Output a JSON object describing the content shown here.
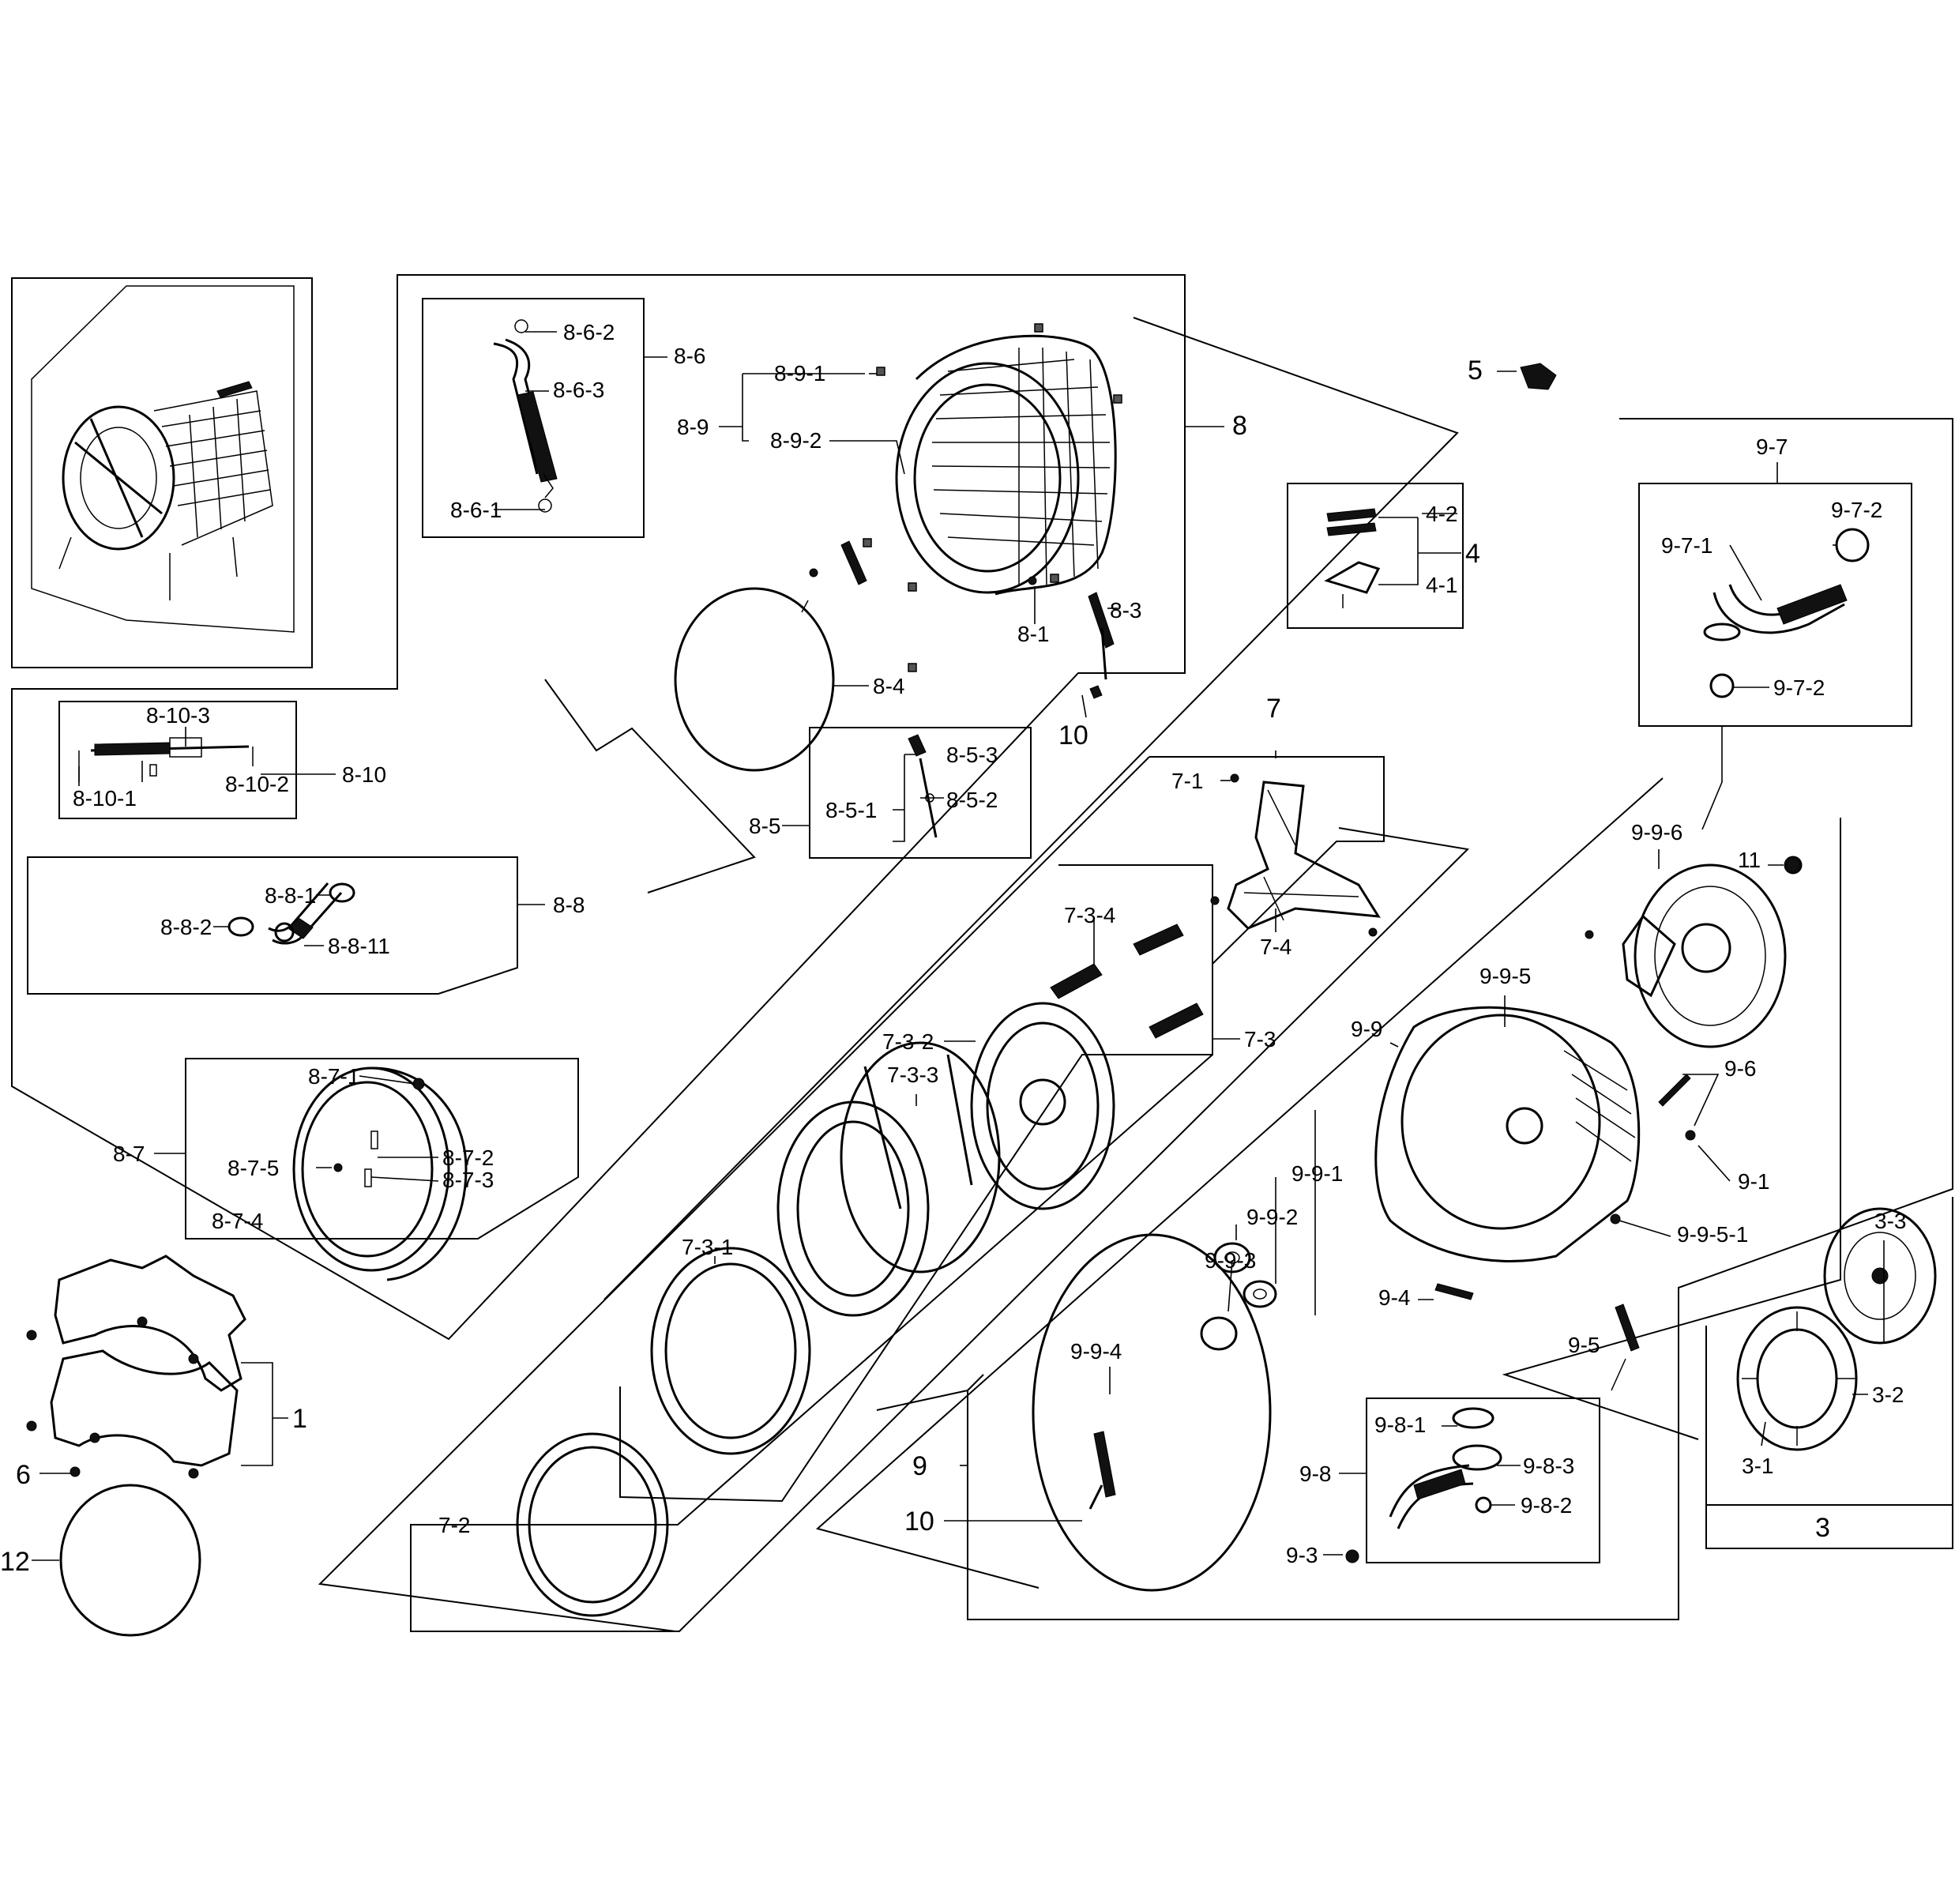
{
  "labels": {
    "l_1": "1",
    "l_3": "3",
    "l_3_1": "3-1",
    "l_3_2": "3-2",
    "l_3_3": "3-3",
    "l_4": "4",
    "l_4_1": "4-1",
    "l_4_2": "4-2",
    "l_5": "5",
    "l_6": "6",
    "l_7": "7",
    "l_7_1": "7-1",
    "l_7_2": "7-2",
    "l_7_3": "7-3",
    "l_7_3_1": "7-3-1",
    "l_7_3_2": "7-3-2",
    "l_7_3_3": "7-3-3",
    "l_7_3_4": "7-3-4",
    "l_7_4": "7-4",
    "l_8": "8",
    "l_8_1": "8-1",
    "l_8_3": "8-3",
    "l_8_4": "8-4",
    "l_8_5": "8-5",
    "l_8_5_1": "8-5-1",
    "l_8_5_2": "8-5-2",
    "l_8_5_3": "8-5-3",
    "l_8_6": "8-6",
    "l_8_6_1": "8-6-1",
    "l_8_6_2": "8-6-2",
    "l_8_6_3": "8-6-3",
    "l_8_7": "8-7",
    "l_8_7_1": "8-7-1",
    "l_8_7_2": "8-7-2",
    "l_8_7_3": "8-7-3",
    "l_8_7_4": "8-7-4",
    "l_8_7_5": "8-7-5",
    "l_8_8": "8-8",
    "l_8_8_1": "8-8-1",
    "l_8_8_2": "8-8-2",
    "l_8_8_11": "8-8-11",
    "l_8_9": "8-9",
    "l_8_9_1": "8-9-1",
    "l_8_9_2": "8-9-2",
    "l_8_10": "8-10",
    "l_8_10_1": "8-10-1",
    "l_8_10_2": "8-10-2",
    "l_8_10_3": "8-10-3",
    "l_9": "9",
    "l_9_1": "9-1",
    "l_9_3": "9-3",
    "l_9_4": "9-4",
    "l_9_5": "9-5",
    "l_9_6": "9-6",
    "l_9_7": "9-7",
    "l_9_7_1": "9-7-1",
    "l_9_7_2a": "9-7-2",
    "l_9_7_2b": "9-7-2",
    "l_9_8": "9-8",
    "l_9_8_1": "9-8-1",
    "l_9_8_2": "9-8-2",
    "l_9_8_3": "9-8-3",
    "l_9_9": "9-9",
    "l_9_9_1": "9-9-1",
    "l_9_9_2": "9-9-2",
    "l_9_9_3": "9-9-3",
    "l_9_9_4": "9-9-4",
    "l_9_9_5": "9-9-5",
    "l_9_9_5_1": "9-9-5-1",
    "l_9_9_6": "9-9-6",
    "l_10a": "10",
    "l_10b": "10",
    "l_11": "11",
    "l_12": "12"
  }
}
